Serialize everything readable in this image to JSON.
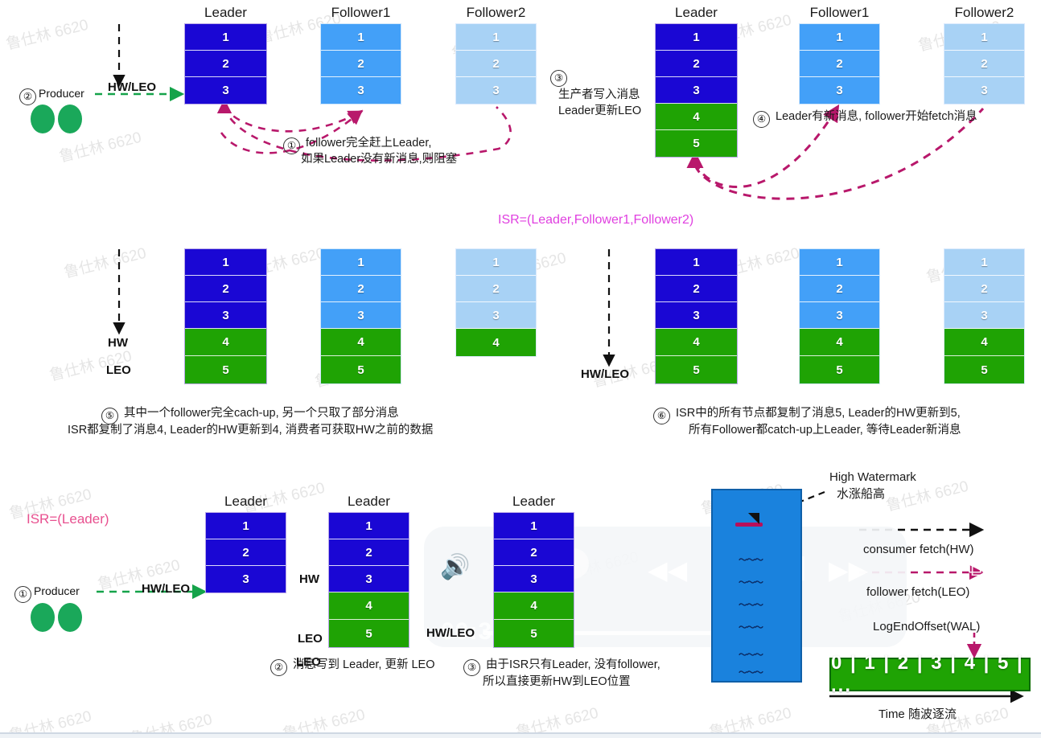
{
  "meta": {
    "watermark_text": "鲁仕林 6620",
    "colors": {
      "leader_blue": "#1a07d4",
      "follower1_blue": "#43a0f8",
      "follower2_blue": "#a8d2f5",
      "committed_green": "#1fa304",
      "isr_magenta": "#e040e0",
      "isr_pink": "#e8508f",
      "arrow_crimson": "#b8186b",
      "producer_green": "#1aa85a"
    }
  },
  "labels": {
    "leader": "Leader",
    "follower1": "Follower1",
    "follower2": "Follower2",
    "hw": "HW",
    "leo": "LEO",
    "hw_leo": "HW/LEO",
    "producer": "Producer"
  },
  "panel_top_left": {
    "step_badge": "②",
    "producer_label": "Producer",
    "arrow_label": "HW/LEO",
    "stacks": [
      {
        "name": "Leader",
        "cells": [
          {
            "v": "1",
            "state": "committed-leader"
          },
          {
            "v": "2",
            "state": "committed-leader"
          },
          {
            "v": "3",
            "state": "committed-leader"
          }
        ]
      },
      {
        "name": "Follower1",
        "cells": [
          {
            "v": "1",
            "state": "replicated"
          },
          {
            "v": "2",
            "state": "replicated"
          },
          {
            "v": "3",
            "state": "replicated"
          }
        ]
      },
      {
        "name": "Follower2",
        "cells": [
          {
            "v": "1",
            "state": "lagging"
          },
          {
            "v": "2",
            "state": "lagging"
          },
          {
            "v": "3",
            "state": "lagging"
          }
        ]
      }
    ],
    "note_badge": "①",
    "note_line1": "follower完全赶上Leader,",
    "note_line2": "如果Leader没有新消息,则阻塞"
  },
  "panel_top_right": {
    "step_badge": "③",
    "step_line1": "生产者写入消息",
    "step_line2": "Leader更新LEO",
    "stacks": [
      {
        "name": "Leader",
        "cells": [
          {
            "v": "1",
            "state": "committed-leader"
          },
          {
            "v": "2",
            "state": "committed-leader"
          },
          {
            "v": "3",
            "state": "committed-leader"
          },
          {
            "v": "4",
            "state": "new"
          },
          {
            "v": "5",
            "state": "new"
          }
        ]
      },
      {
        "name": "Follower1",
        "cells": [
          {
            "v": "1",
            "state": "replicated"
          },
          {
            "v": "2",
            "state": "replicated"
          },
          {
            "v": "3",
            "state": "replicated"
          }
        ]
      },
      {
        "name": "Follower2",
        "cells": [
          {
            "v": "1",
            "state": "lagging"
          },
          {
            "v": "2",
            "state": "lagging"
          },
          {
            "v": "3",
            "state": "lagging"
          }
        ]
      }
    ],
    "note_badge": "④",
    "note_text": "Leader有新消息, follower开始fetch消息"
  },
  "isr_middle": "ISR=(Leader,Follower1,Follower2)",
  "panel_mid_left": {
    "hw_label": "HW",
    "leo_label": "LEO",
    "stacks": [
      {
        "name": "Leader",
        "cells": [
          {
            "v": "1",
            "state": "committed-leader"
          },
          {
            "v": "2",
            "state": "committed-leader"
          },
          {
            "v": "3",
            "state": "committed-leader"
          },
          {
            "v": "4",
            "state": "new"
          },
          {
            "v": "5",
            "state": "new"
          }
        ]
      },
      {
        "name": "Follower1",
        "cells": [
          {
            "v": "1",
            "state": "replicated"
          },
          {
            "v": "2",
            "state": "replicated"
          },
          {
            "v": "3",
            "state": "replicated"
          },
          {
            "v": "4",
            "state": "new"
          },
          {
            "v": "5",
            "state": "new"
          }
        ]
      },
      {
        "name": "Follower2",
        "cells": [
          {
            "v": "1",
            "state": "lagging"
          },
          {
            "v": "2",
            "state": "lagging"
          },
          {
            "v": "3",
            "state": "lagging"
          },
          {
            "v": "4",
            "state": "new"
          }
        ]
      }
    ],
    "caption_badge": "⑤",
    "caption_line1": "其中一个follower完全cach-up, 另一个只取了部分消息",
    "caption_line2": "ISR都复制了消息4, Leader的HW更新到4, 消费者可获取HW之前的数据"
  },
  "panel_mid_right": {
    "hw_leo_label": "HW/LEO",
    "stacks": [
      {
        "name": "Leader",
        "cells": [
          {
            "v": "1",
            "state": "committed-leader"
          },
          {
            "v": "2",
            "state": "committed-leader"
          },
          {
            "v": "3",
            "state": "committed-leader"
          },
          {
            "v": "4",
            "state": "new"
          },
          {
            "v": "5",
            "state": "new"
          }
        ]
      },
      {
        "name": "Follower1",
        "cells": [
          {
            "v": "1",
            "state": "replicated"
          },
          {
            "v": "2",
            "state": "replicated"
          },
          {
            "v": "3",
            "state": "replicated"
          },
          {
            "v": "4",
            "state": "new"
          },
          {
            "v": "5",
            "state": "new"
          }
        ]
      },
      {
        "name": "Follower2",
        "cells": [
          {
            "v": "1",
            "state": "lagging"
          },
          {
            "v": "2",
            "state": "lagging"
          },
          {
            "v": "3",
            "state": "lagging"
          },
          {
            "v": "4",
            "state": "new"
          },
          {
            "v": "5",
            "state": "new"
          }
        ]
      }
    ],
    "caption_badge": "⑥",
    "caption_line1": "ISR中的所有节点都复制了消息5, Leader的HW更新到5,",
    "caption_line2": "所有Follower都catch-up上Leader, 等待Leader新消息"
  },
  "panel_bottom": {
    "isr_label": "ISR=(Leader)",
    "step_badge": "①",
    "producer_label": "Producer",
    "arrow_label": "HW/LEO",
    "stack1": {
      "name": "Leader",
      "cells": [
        {
          "v": "1",
          "state": "committed-leader"
        },
        {
          "v": "2",
          "state": "committed-leader"
        },
        {
          "v": "3",
          "state": "committed-leader"
        }
      ]
    },
    "stack2": {
      "name": "Leader",
      "hw_label": "HW",
      "leo_label": "LEO",
      "cells": [
        {
          "v": "1",
          "state": "committed-leader"
        },
        {
          "v": "2",
          "state": "committed-leader"
        },
        {
          "v": "3",
          "state": "committed-leader"
        },
        {
          "v": "4",
          "state": "new"
        },
        {
          "v": "5",
          "state": "new"
        }
      ]
    },
    "stack3": {
      "name": "Leader",
      "hw_leo_label": "HW/LEO",
      "leo_label": "LEO",
      "cells": [
        {
          "v": "1",
          "state": "committed-leader"
        },
        {
          "v": "2",
          "state": "committed-leader"
        },
        {
          "v": "3",
          "state": "committed-leader"
        },
        {
          "v": "4",
          "state": "new"
        },
        {
          "v": "5",
          "state": "new"
        }
      ]
    },
    "caption2_badge": "②",
    "caption2_text": "消息写到 Leader, 更新 LEO",
    "caption3_badge": "③",
    "caption3_line1": "由于ISR只有Leader, 没有follower,",
    "caption3_line2": "所以直接更新HW到LEO位置"
  },
  "panel_watermark": {
    "title_en": "High Watermark",
    "title_zh": "水涨船高",
    "consumer_fetch": "consumer fetch(HW)",
    "follower_fetch": "follower fetch(LEO)",
    "log_end_offset": "LogEndOffset(WAL)",
    "offsets": "0 | 1 | 2 | 3 | 4 | 5 | ...",
    "time_label": "Time 随波逐流"
  },
  "video_overlay": {
    "timestamp": "00:34:24",
    "controls": [
      "volume-icon",
      "rewind-icon",
      "pause-icon",
      "forward-icon",
      "pip-icon"
    ]
  }
}
